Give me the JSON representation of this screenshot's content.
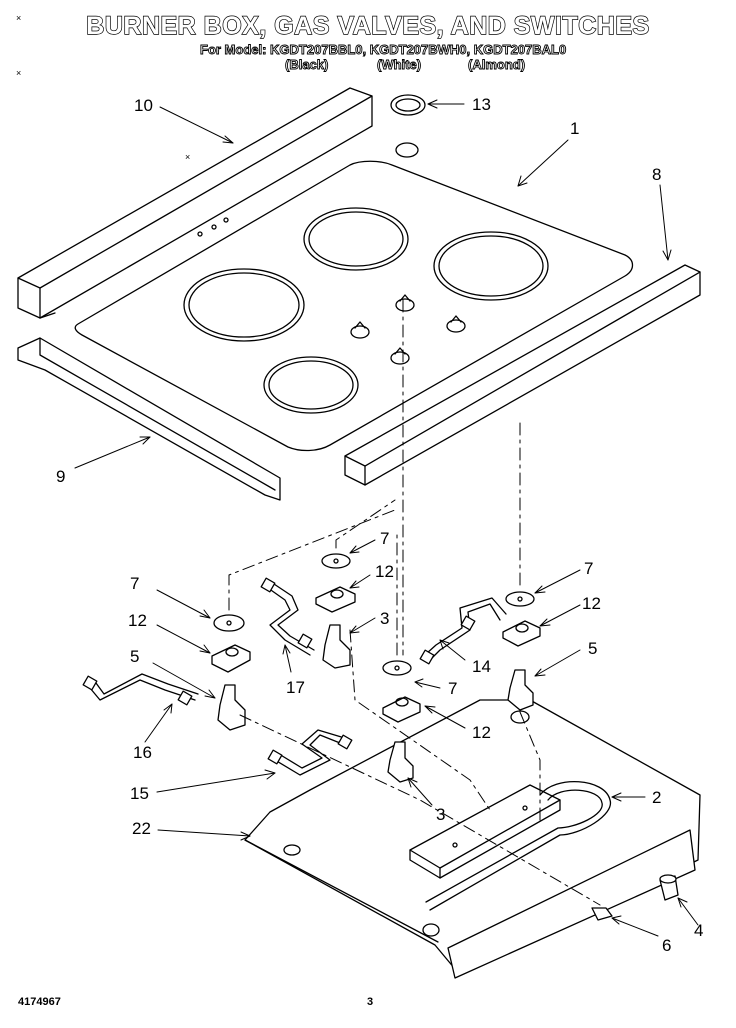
{
  "header": {
    "title": "BURNER BOX, GAS VALVES, AND SWITCHES",
    "model_line": "For Model: KGDT207BBL0, KGDT207BWH0, KGDT207BAL0",
    "variant_black": "(Black)",
    "variant_white": "(White)",
    "variant_almond": "(Almond)"
  },
  "callouts": {
    "c10": "10",
    "c13": "13",
    "c1": "1",
    "c8": "8",
    "c9": "9",
    "c7a": "7",
    "c12a": "12",
    "c7b": "7",
    "c12b": "12",
    "c3a": "3",
    "c7c": "7",
    "c12c": "12",
    "c5a": "5",
    "c5b": "5",
    "c17": "17",
    "c14": "14",
    "c7d": "7",
    "c12d": "12",
    "c16": "16",
    "c15": "15",
    "c3b": "3",
    "c2": "2",
    "c22": "22",
    "c4": "4",
    "c6": "6"
  },
  "footer": {
    "part_number": "4174967",
    "page_number": "3"
  },
  "marks": {
    "corner": "×"
  }
}
